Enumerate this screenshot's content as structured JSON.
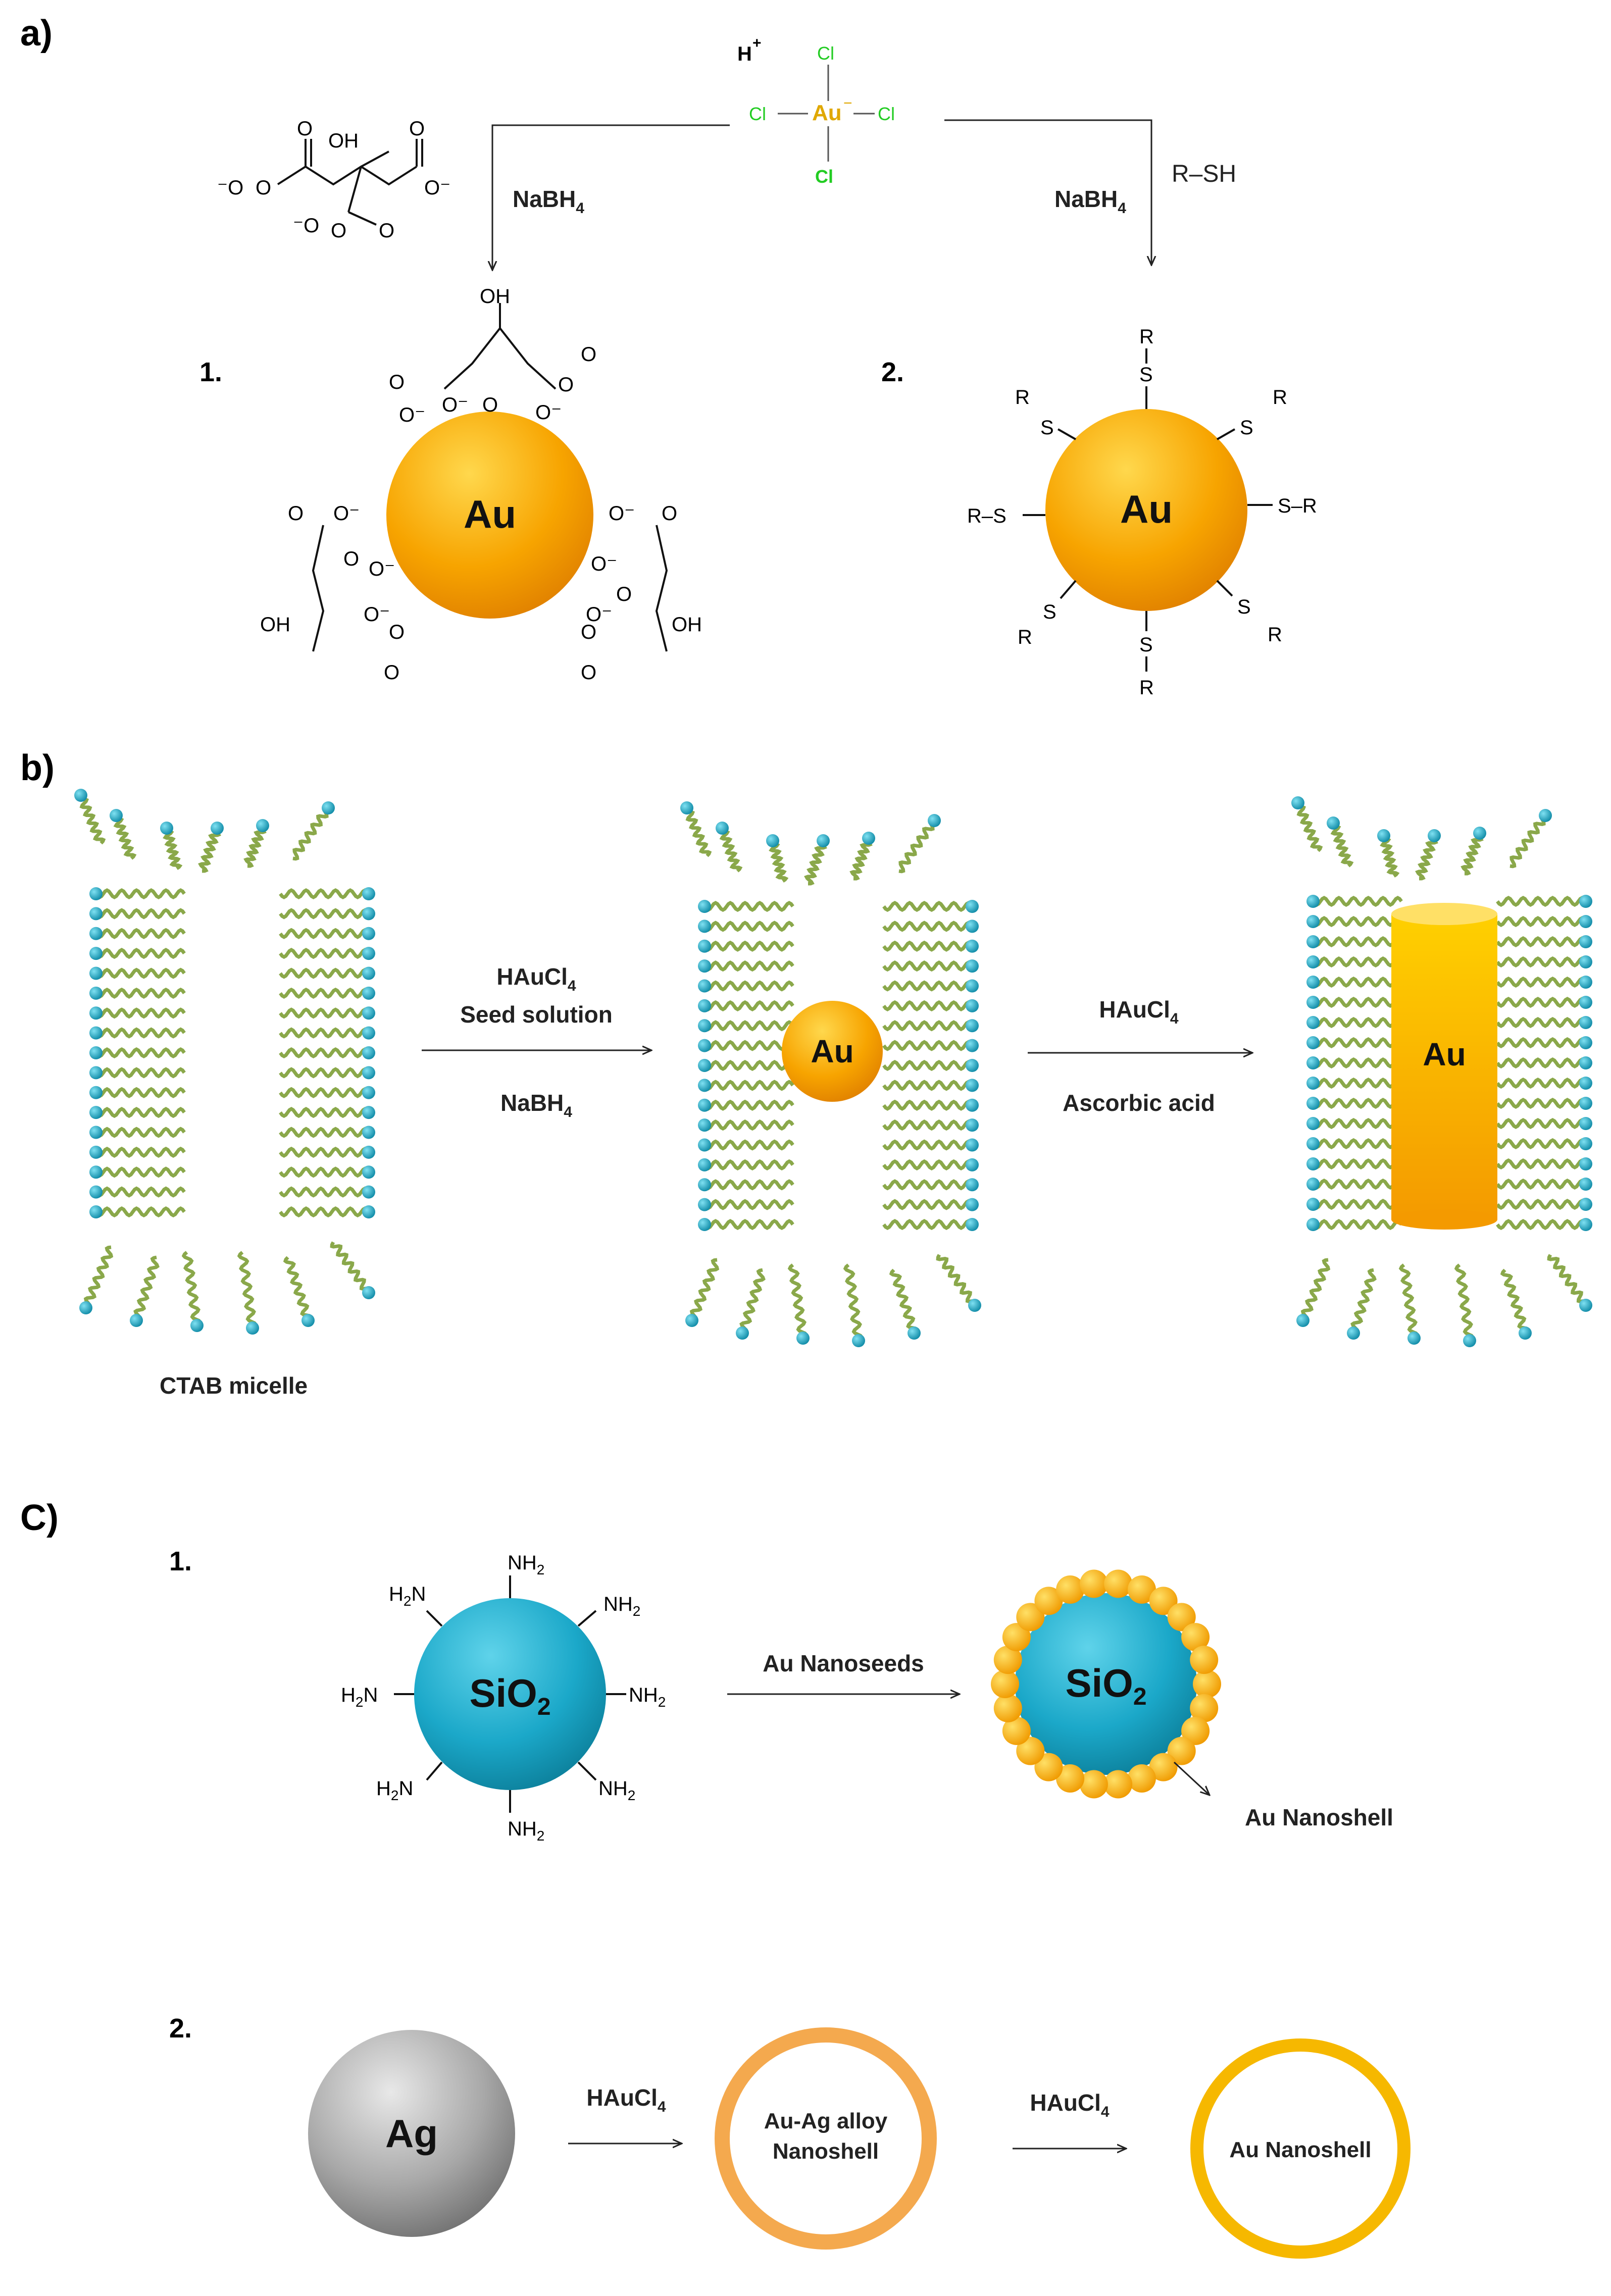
{
  "panels": {
    "a": {
      "label": "a)"
    },
    "b": {
      "label": "b)"
    },
    "c": {
      "label": "C)"
    }
  },
  "panel_a": {
    "num1": "1.",
    "num2": "2.",
    "precursor": {
      "h": "H",
      "plus": "+",
      "au": "Au",
      "minus": "−",
      "cl": "Cl"
    },
    "reagent_left": "NaBH",
    "reagent_left_sub": "4",
    "reagent_right": "NaBH",
    "reagent_right_sub": "4",
    "thiol": "R–SH",
    "citrate_oh": "OH",
    "particle": "Au",
    "thiol_particle": "Au",
    "sr": "S–R",
    "rs": "R–S",
    "s": "S",
    "r": "R"
  },
  "panel_b": {
    "step1_top": "HAuCl",
    "step1_top_sub": "4",
    "step1_mid": "Seed solution",
    "step1_bottom": "NaBH",
    "step1_bottom_sub": "4",
    "step2_top": "HAuCl",
    "step2_top_sub": "4",
    "step2_bottom": "Ascorbic acid",
    "seed": "Au",
    "rod": "Au",
    "micelle_label": "CTAB micelle"
  },
  "panel_c": {
    "num1": "1.",
    "num2": "2.",
    "core": "SiO",
    "core_sub": "2",
    "amine_right": "NH",
    "amine_left": "H",
    "amine_sub": "2",
    "amine_n": "N",
    "step1": "Au Nanoseeds",
    "shell_pointer": "Au Nanoshell",
    "ag": "Ag",
    "step2a": "HAuCl",
    "step2a_sub": "4",
    "alloy_line1": "Au-Ag alloy",
    "alloy_line2": "Nanoshell",
    "step2b": "HAuCl",
    "step2b_sub": "4",
    "final": "Au Nanoshell"
  },
  "colors": {
    "gold_particle": "#f7a400",
    "silica": "#1ba8c9",
    "silver": "#9a9a9a",
    "alloy_ring": "#f4a94e",
    "gold_ring": "#f6b800",
    "surfactant_head": "#1e9fb8",
    "surfactant_tail": "#8aa84a",
    "chloride": "#22cc22"
  }
}
